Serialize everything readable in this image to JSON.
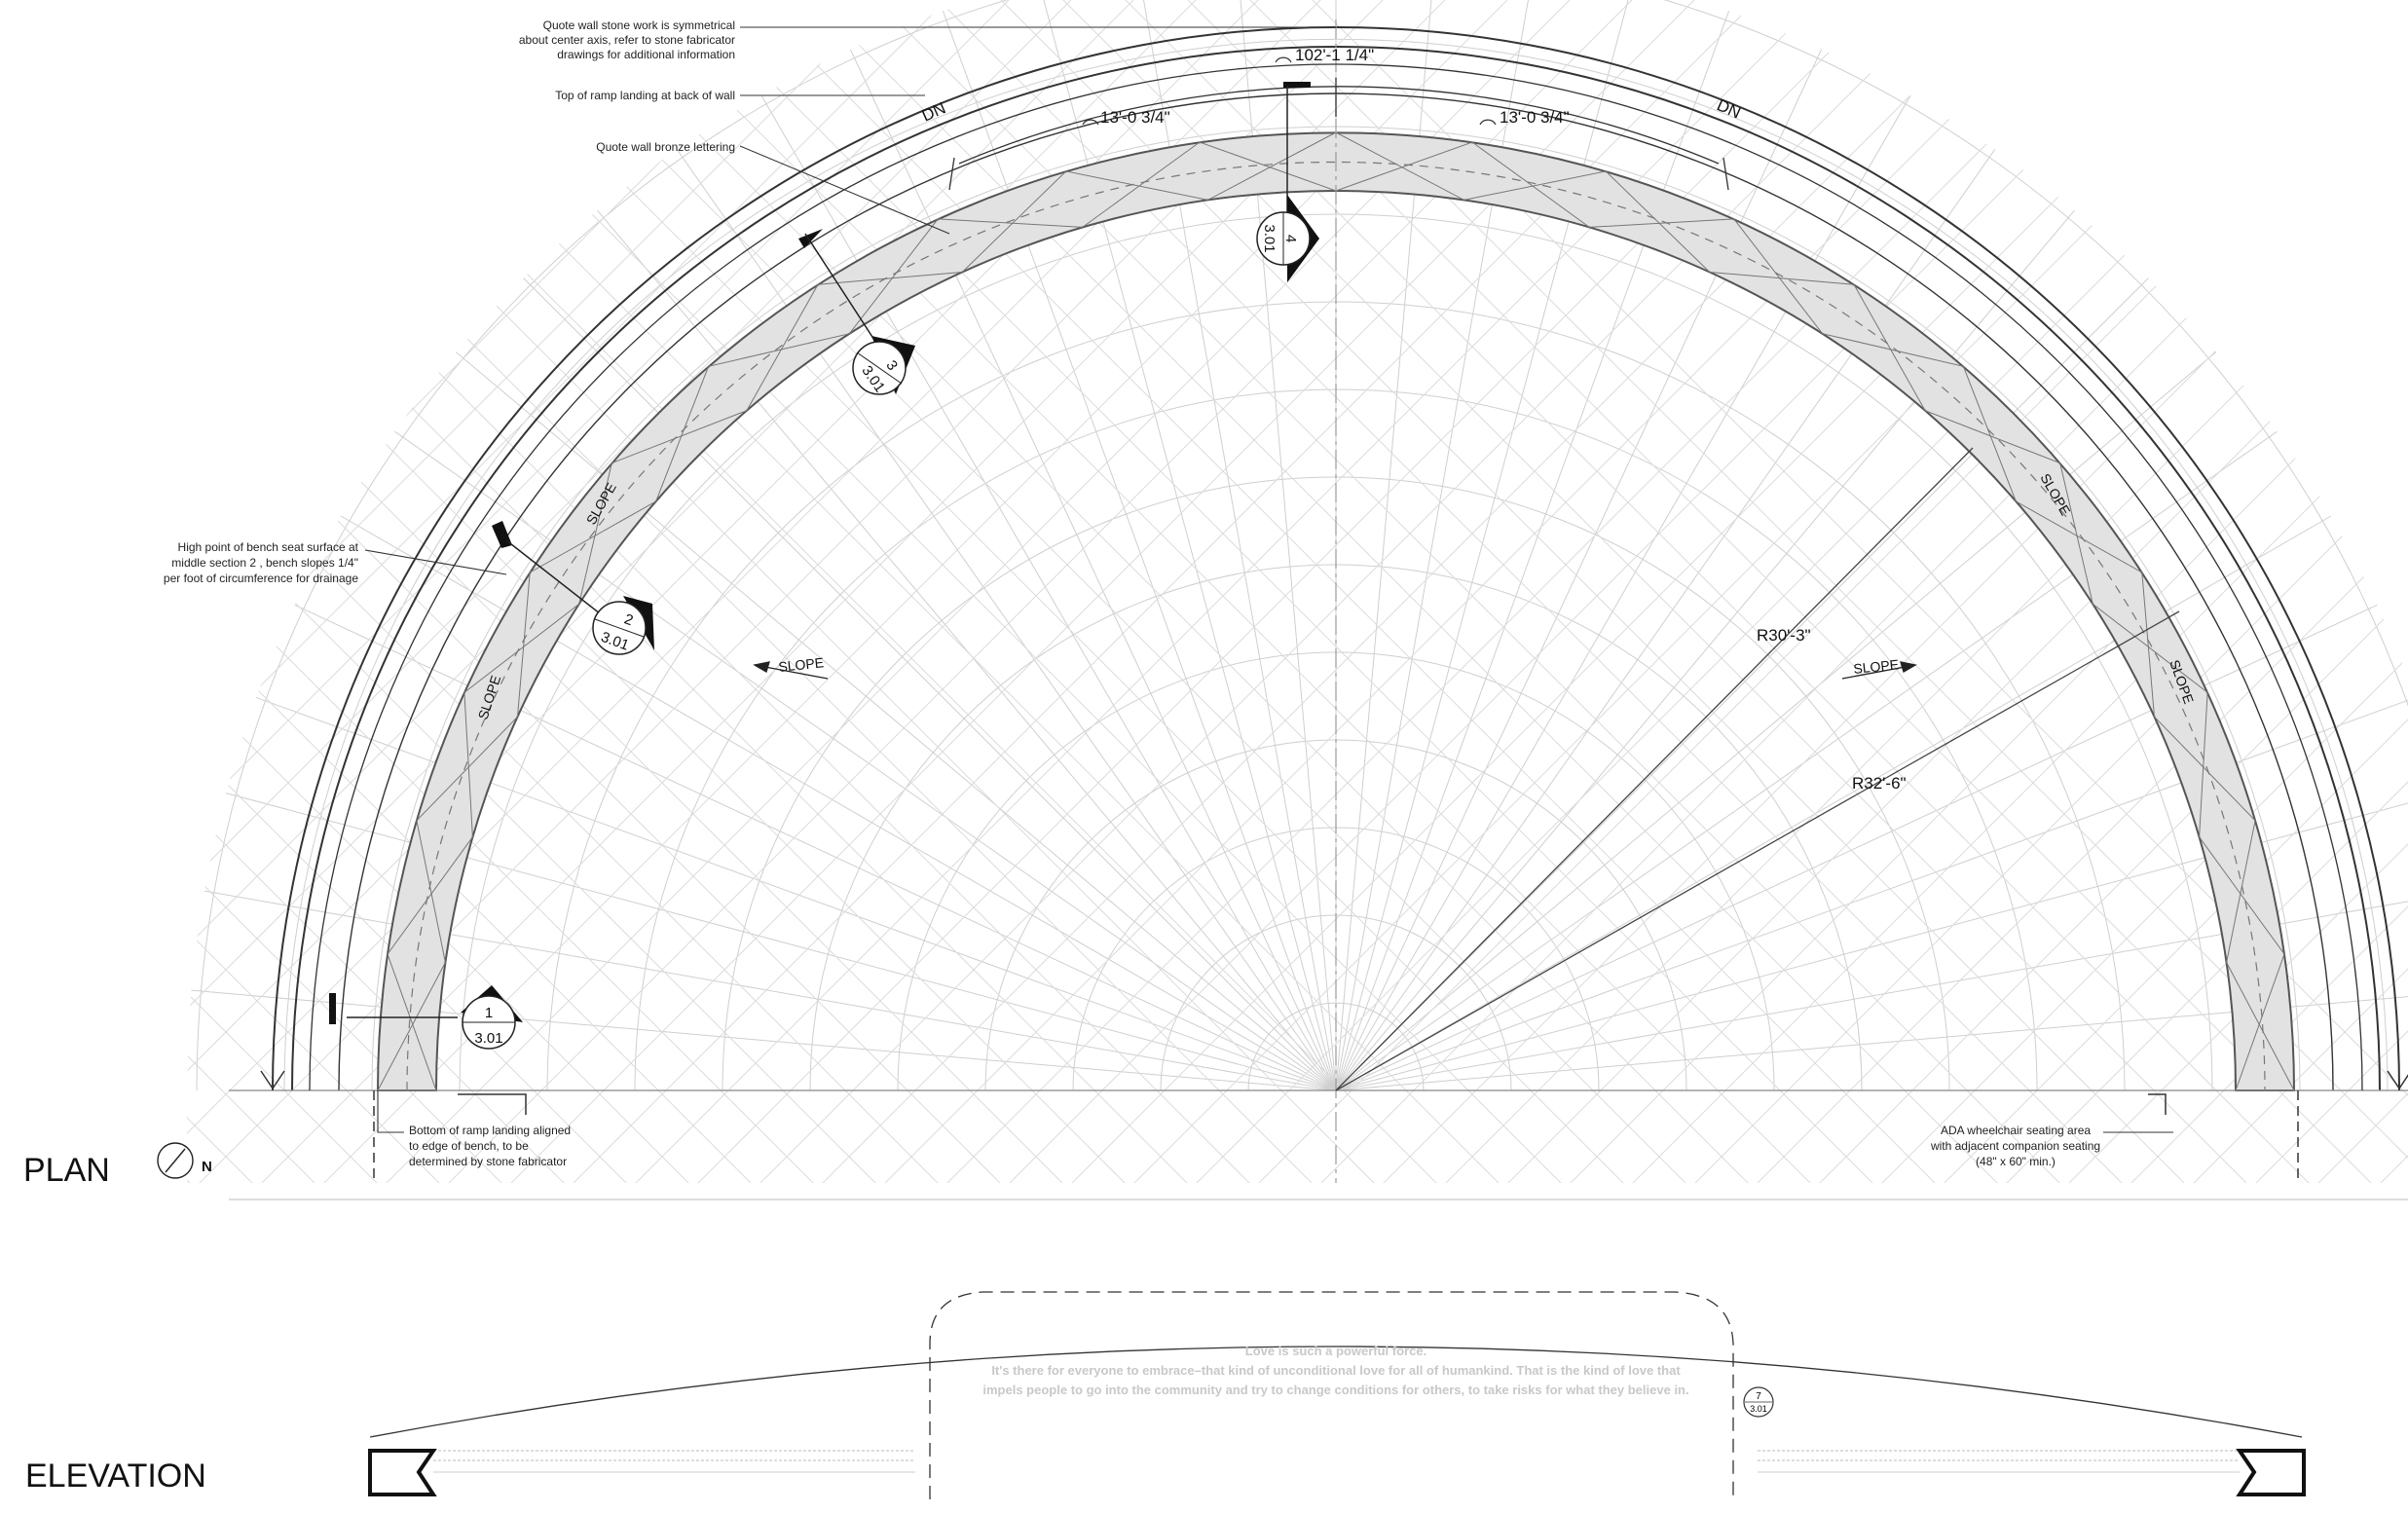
{
  "notes": {
    "symmetry": [
      "Quote wall stone work is symmetrical",
      "about center axis, refer to stone fabricator",
      "drawings for additional information"
    ],
    "ramp_top": "Top of ramp landing at back of wall",
    "bronze": "Quote wall bronze lettering",
    "high_point": [
      "High point of bench seat surface at",
      "middle section 2 , bench slopes 1/4\"",
      "per foot of circumference for drainage"
    ],
    "ramp_bottom": [
      "Bottom of ramp landing aligned",
      "to edge of bench, to be",
      "determined by stone fabricator"
    ],
    "ada": [
      "ADA wheelchair seating area",
      "with adjacent companion seating",
      "(48\" x 60\" min.)"
    ]
  },
  "dimensions": {
    "overall": "102'-1 1/4\"",
    "segment_left": "13'-0 3/4\"",
    "segment_right": "13'-0 3/4\"",
    "radius_inner": "R30'-3\"",
    "radius_outer": "R32'-6\""
  },
  "stair_labels": {
    "left": "DN",
    "right": "DN"
  },
  "slope_label": "SLOPE",
  "sections": [
    {
      "num": "4",
      "sheet": "3.01"
    },
    {
      "num": "3",
      "sheet": "3.01"
    },
    {
      "num": "2",
      "sheet": "3.01"
    },
    {
      "num": "1",
      "sheet": "3.01"
    }
  ],
  "detail_tag": {
    "num": "7",
    "sheet": "3.01"
  },
  "titles": {
    "plan": "PLAN",
    "north": "N",
    "elevation": "ELEVATION"
  },
  "quote": {
    "line1": "Love is such a powerful force.",
    "line2": "It's there for everyone to embrace–that kind of unconditional love for all of humankind.  That is the kind of love that",
    "line3": "impels people to go into the community and try to change conditions for others, to take risks for what they believe in."
  },
  "colors": {
    "line": "#222222",
    "grid": "#cfcfcf",
    "bench_fill": "#e2e2e2",
    "quote_text": "#c8c8c8"
  }
}
